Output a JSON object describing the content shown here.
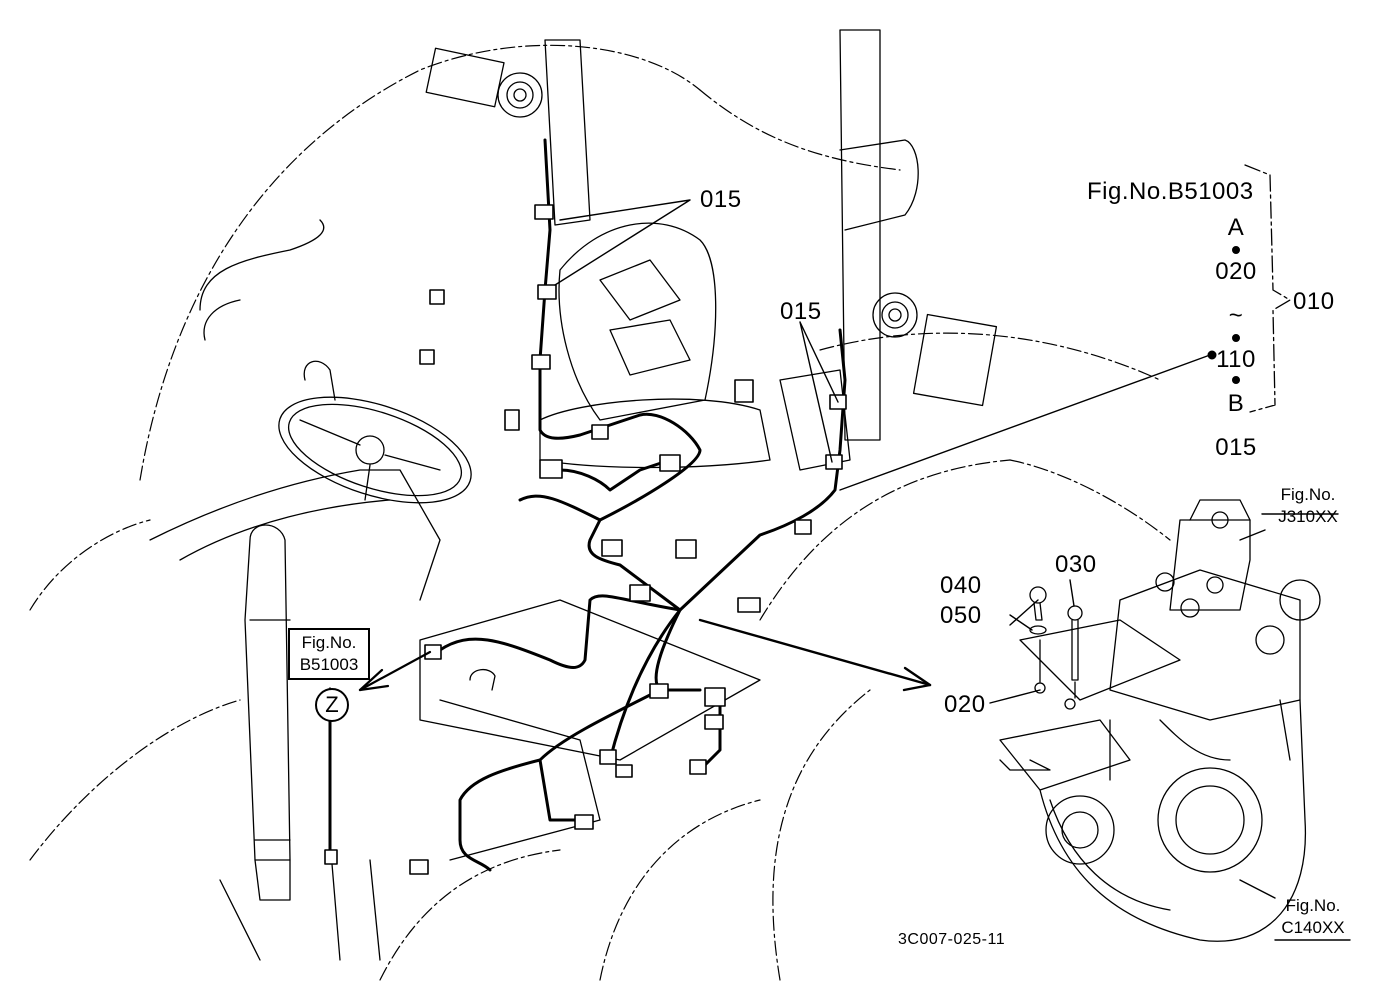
{
  "callouts": {
    "c015_top": "015",
    "c015_mid": "015",
    "c010": "010",
    "c020": "020",
    "c030": "030",
    "c040": "040",
    "c050": "050"
  },
  "reference_bracket": {
    "fig_title": "Fig.No.B51003",
    "rows": [
      "A",
      "020",
      "~",
      "110",
      "B",
      "015"
    ]
  },
  "fig_refs": {
    "left_box_line1": "Fig.No.",
    "left_box_line2": "B51003",
    "z_marker": "Z",
    "j310_line1": "Fig.No.",
    "j310_line2": "J310XX",
    "c140_line1": "Fig.No.",
    "c140_line2": "C140XX"
  },
  "drawing_number": "3C007-025-11"
}
